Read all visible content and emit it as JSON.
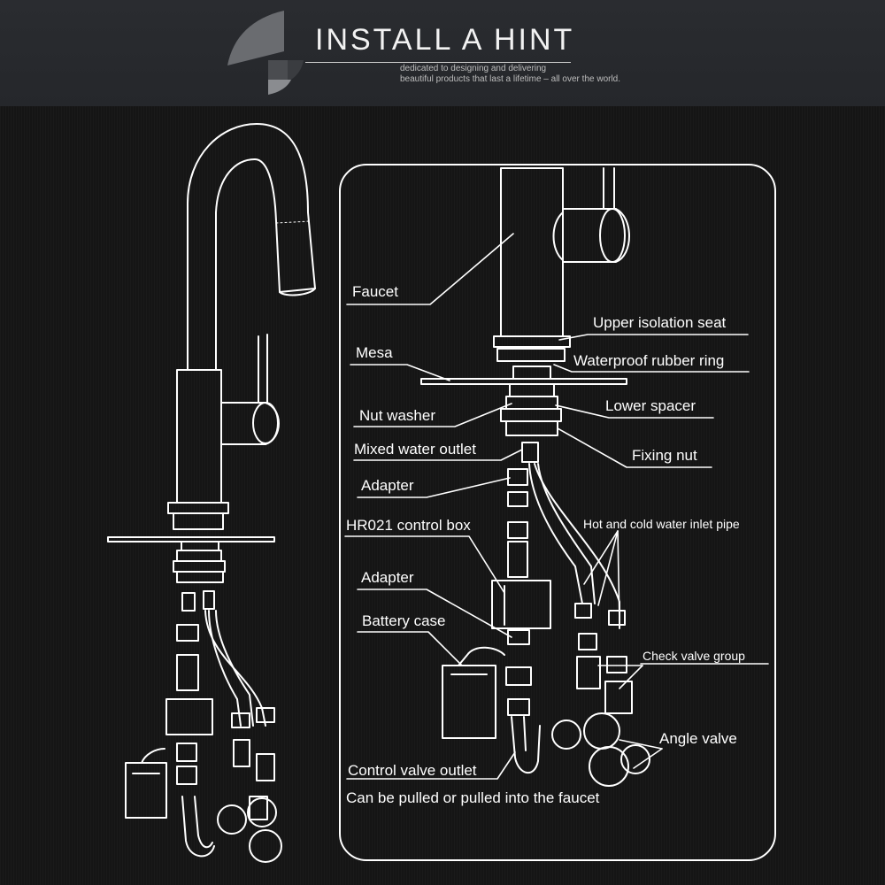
{
  "header": {
    "title": "INSTALL A HINT",
    "tagline_line1": "dedicated to designing and delivering",
    "tagline_line2": "beautiful products that last a lifetime  –  all over the world."
  },
  "labels": {
    "faucet": "Faucet",
    "upper_isolation_seat": "Upper isolation seat",
    "mesa": "Mesa",
    "waterproof_rubber_ring": "Waterproof rubber ring",
    "nut_washer": "Nut washer",
    "lower_spacer": "Lower spacer",
    "mixed_water_outlet": "Mixed water outlet",
    "fixing_nut": "Fixing nut",
    "adapter_1": "Adapter",
    "hr021_control_box": "HR021 control box",
    "hot_cold_inlet_pipe": "Hot and cold water inlet pipe",
    "adapter_2": "Adapter",
    "battery_case": "Battery case",
    "check_valve_group": "Check valve group",
    "angle_valve": "Angle valve",
    "control_valve_outlet": "Control valve outlet",
    "pull_note": "Can be pulled or pulled into the faucet"
  },
  "colors": {
    "background": "#151515",
    "header": "#2a2c30",
    "line": "#ffffff"
  }
}
